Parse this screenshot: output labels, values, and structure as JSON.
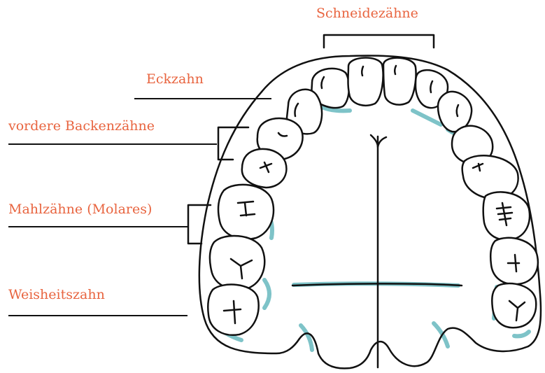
{
  "labels": {
    "incisors": "Schneidezähne",
    "canine": "Eckzahn",
    "premolars": "vordere Backenzähne",
    "molars": "Mahlzähne (Molares)",
    "wisdom_tooth": "Weisheitszahn"
  },
  "colors": {
    "label": "#e8643f",
    "outline": "#111111",
    "gum_shadow": "#7ec3c8"
  }
}
